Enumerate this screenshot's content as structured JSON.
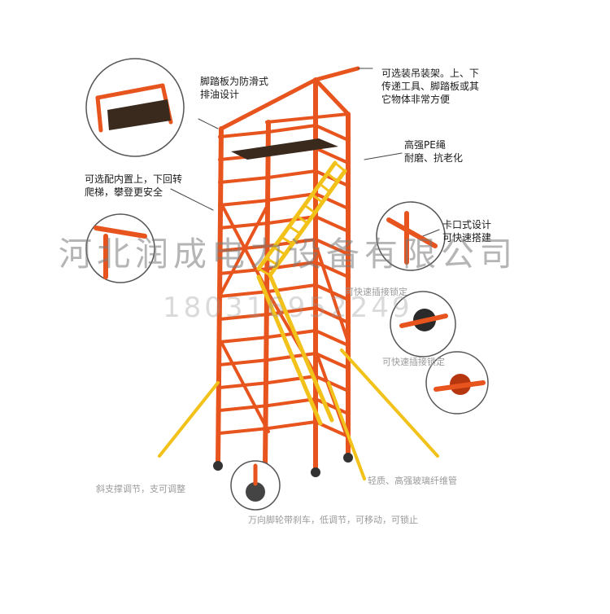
{
  "colors": {
    "frame": "#e8541e",
    "frame_dark": "#b5360f",
    "ladder": "#f2c21b",
    "platform": "#3a2a1e",
    "callout_line": "#444444"
  },
  "labels": {
    "top_center": "脚踏板为防滑式\n排油设计",
    "top_right": "可选装吊装架。上、下\n传递工具、脚踏板或其\n它物体非常方便",
    "pe_rope": "高强PE绳\n耐磨、抗老化",
    "ladder": "可选配内置上，下回转\n爬梯，攀登更安全",
    "clip": "卡口式设计\n可快速搭建",
    "quick_plug_1": "可快速插接锁定",
    "quick_plug_2": "可快速插接锁定",
    "bottom_faint": "轻质、高强玻璃纤维管",
    "wheel_faint": "万向脚轮带刹车，低调节，可移动，可锁止",
    "leg_faint": "斜支撑调节，支可调整"
  },
  "watermark": {
    "company": "河北润成电力设备有限公司",
    "phone": "180316952249"
  },
  "icons": [
    "scaffold-tower-illustration",
    "platform-detail-circle",
    "clip-detail-circle",
    "quick-lock-detail-circle",
    "caster-wheel-detail-circle"
  ]
}
